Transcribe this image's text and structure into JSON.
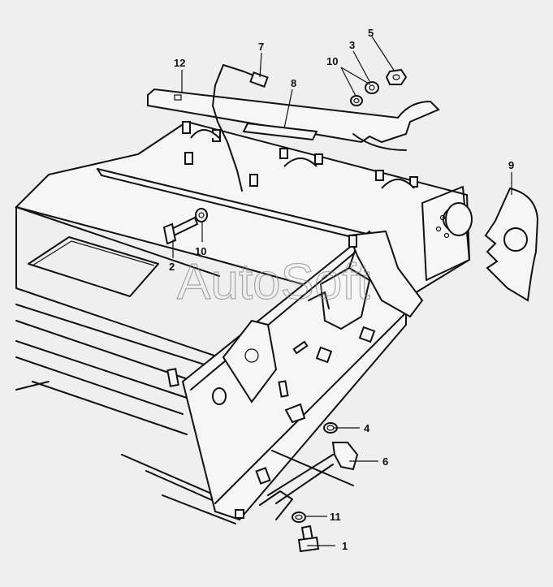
{
  "watermark": "AutoSoft",
  "callouts": [
    {
      "id": "c1",
      "label": "1"
    },
    {
      "id": "c2",
      "label": "2"
    },
    {
      "id": "c3",
      "label": "3"
    },
    {
      "id": "c4",
      "label": "4"
    },
    {
      "id": "c5",
      "label": "5"
    },
    {
      "id": "c6",
      "label": "6"
    },
    {
      "id": "c7",
      "label": "7"
    },
    {
      "id": "c8",
      "label": "8"
    },
    {
      "id": "c9",
      "label": "9"
    },
    {
      "id": "c10a",
      "label": "10"
    },
    {
      "id": "c10b",
      "label": "10"
    },
    {
      "id": "c11",
      "label": "11"
    },
    {
      "id": "c12",
      "label": "12"
    }
  ],
  "colors": {
    "background": "#efefef",
    "line": "#111111"
  }
}
